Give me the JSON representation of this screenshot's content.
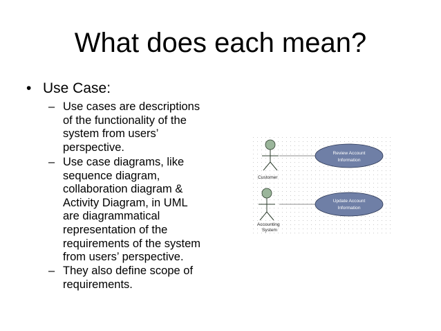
{
  "slide": {
    "title": "What does each mean?",
    "bullet": {
      "marker": "•",
      "text": "Use Case:"
    },
    "sub_marker": "–",
    "sub_points": [
      "Use cases are descriptions\nof the functionality of the\nsystem from users’\nperspective.",
      "Use case diagrams, like\nsequence diagram,\ncollaboration diagram &\nActivity Diagram, in UML\nare diagrammatical\nrepresentation of the\nrequirements of the system\nfrom users’ perspective.",
      "They also define scope of\nrequirements."
    ]
  },
  "diagram": {
    "actors": [
      {
        "label_line1": "Customer",
        "label_line2": ""
      },
      {
        "label_line1": "Accounting",
        "label_line2": "System"
      }
    ],
    "use_cases": [
      {
        "line1": "Review Account",
        "line2": "Information"
      },
      {
        "line1": "Update Account",
        "line2": "Information"
      }
    ],
    "colors": {
      "actor_fill": "#9ab59a",
      "actor_stroke": "#2f3f2f",
      "usecase_fill": "#6f7fa6",
      "usecase_stroke": "#2a3552",
      "grid_dot": "#c9c9c9"
    }
  }
}
